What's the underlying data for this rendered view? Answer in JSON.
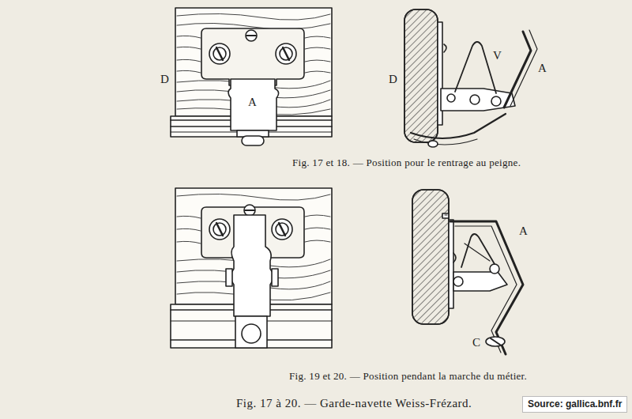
{
  "diagram": {
    "caption": "Fig. 17 à 20. — Garde-navette Weiss-Frézard.",
    "labels": [
      "D",
      "A",
      "D",
      "V",
      "A",
      "Fig. 17 et 18. — Position pour le rentrage au peigne.",
      "A",
      "C",
      "Fig. 19 et 20. — Position pendant la marche du métier.",
      "Source: gallica.bnf.fr"
    ]
  }
}
